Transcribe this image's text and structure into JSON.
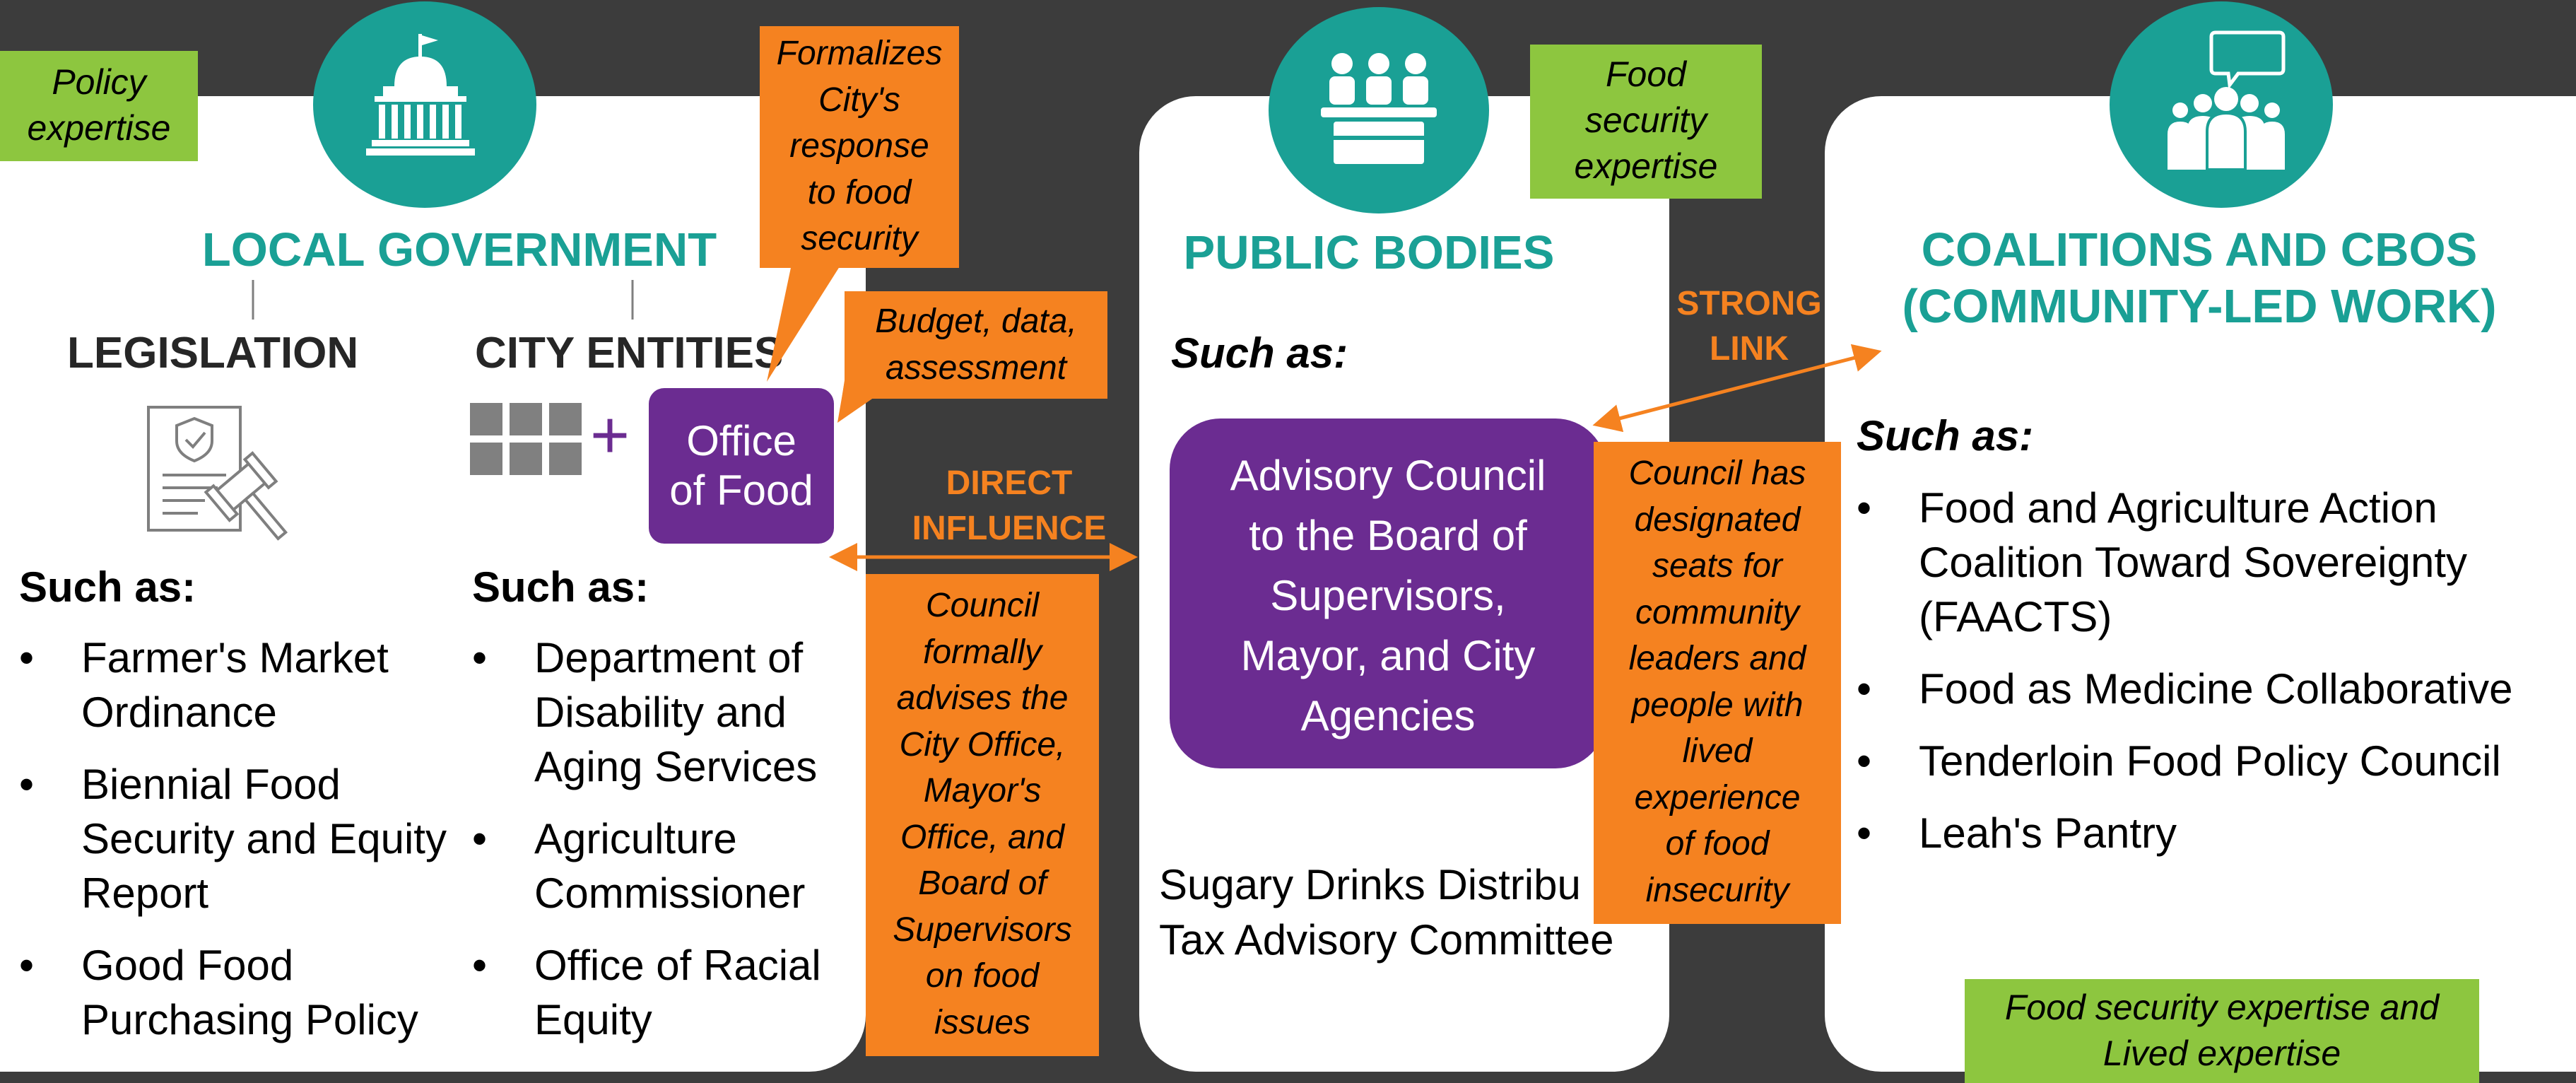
{
  "local_government": {
    "title": "LOCAL GOVERNMENT",
    "badge": "Policy\nexpertise",
    "callout_top": "Formalizes\nCity's\nresponse\nto food\nsecurity",
    "callout_budget": "Budget, data,\nassessment",
    "legislation": {
      "title": "LEGISLATION",
      "such_as": "Such as:",
      "items": [
        "Farmer's Market\nOrdinance",
        "Biennial Food\nSecurity and Equity\nReport",
        "Good Food\nPurchasing Policy"
      ]
    },
    "city_entities": {
      "title": "CITY ENTITIES",
      "plus": "+",
      "office_box": "Office\nof Food",
      "such_as": "Such as:",
      "items": [
        "Department of\nDisability and\nAging Services",
        "Agriculture\nCommissioner",
        "Office of Racial\nEquity"
      ]
    }
  },
  "direct_influence": {
    "label": "DIRECT\nINFLUENCE",
    "callout": "Council\nformally\nadvises the\nCity Office,\nMayor's\nOffice, and\nBoard of\nSupervisors\non food\nissues"
  },
  "public_bodies": {
    "title": "PUBLIC BODIES",
    "badge": "Food\nsecurity\nexpertise",
    "such_as": "Such as:",
    "council_box": "Advisory Council\nto the Board of\nSupervisors,\nMayor, and City\nAgencies",
    "second_example": "Sugary Drinks Distribu\nTax Advisory Committee"
  },
  "strong_link": {
    "label": "STRONG\nLINK",
    "callout": "Council has\ndesignated\nseats for\ncommunity\nleaders and\npeople with\nlived\nexperience\nof food\ninsecurity"
  },
  "coalitions": {
    "title": "COALITIONS AND CBOS\n(COMMUNITY-LED WORK)",
    "such_as": "Such as:",
    "items": [
      "Food and Agriculture Action\nCoalition Toward Sovereignty\n(FAACTS)",
      "Food as Medicine Collaborative",
      "Tenderloin Food Policy Council",
      "Leah's Pantry"
    ],
    "badge": "Food security expertise and\nLived expertise"
  },
  "colors": {
    "teal": "#1aa095",
    "purple": "#6b2c91",
    "orange": "#f58220",
    "green": "#8dc63f",
    "background": "#3c3c3c"
  },
  "icons": [
    "capitol-building-icon",
    "legal-document-gavel-icon",
    "building-grid-icon",
    "council-podium-icon",
    "community-group-speech-icon"
  ]
}
